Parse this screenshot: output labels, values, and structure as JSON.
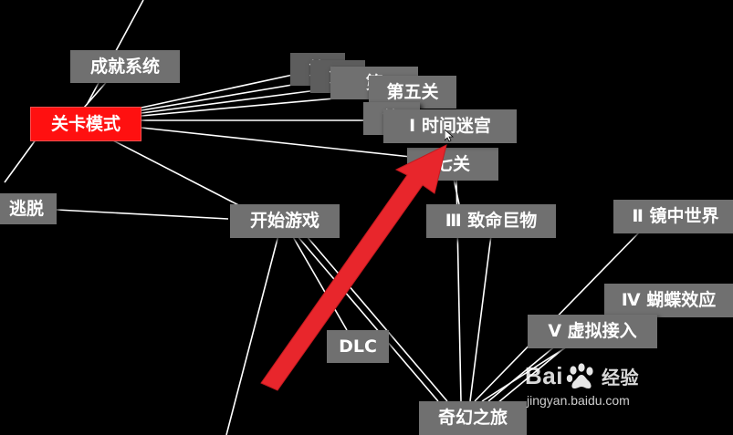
{
  "nodes": {
    "achievement": "成就系统",
    "level_mode": "关卡模式",
    "escape": "逃脱",
    "start_game": "开始游戏",
    "level_a": "第",
    "level_b": "第",
    "level_c": "第",
    "level_five": "第五关",
    "level_d": "第",
    "time_maze": "Ⅰ 时间迷宫",
    "level_seven": "七关",
    "deadly_monster": "Ⅲ 致命巨物",
    "mirror_world": "Ⅱ 镜中世界",
    "butterfly_effect": "Ⅳ 蝴蝶效应",
    "virtual_access": "Ⅴ 虚拟接入",
    "dlc": "DLC",
    "fantasy_journey": "奇幻之旅"
  },
  "colors": {
    "background": "#000000",
    "node": "#707070",
    "active_node": "#ff1010",
    "edge": "#ffffff",
    "arrow": "#e8262c"
  },
  "icons": {
    "pointer_arrow": "red-arrow-icon",
    "cursor": "mouse-cursor-icon",
    "watermark_logo": "baidu-paw-icon"
  },
  "watermark": {
    "brand_left": "Bai",
    "brand_right": "经验",
    "url": "jingyan.baidu.com"
  }
}
